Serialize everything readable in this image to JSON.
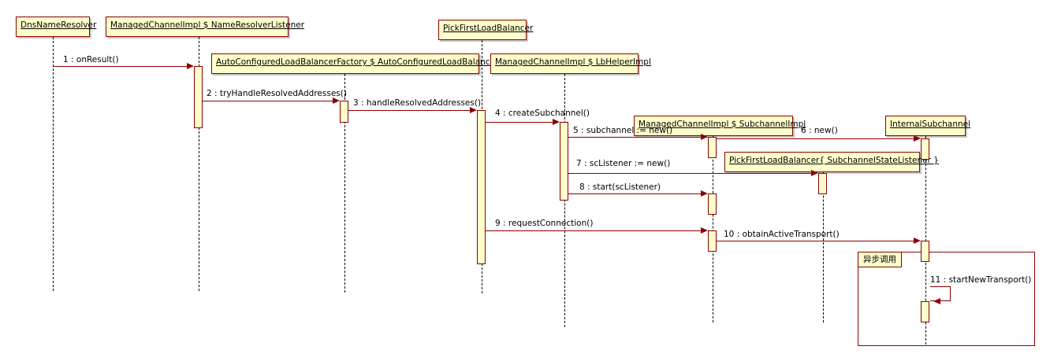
{
  "lifelines": {
    "dns": "DnsNameResolver",
    "listener": "ManagedChannelImpl $ NameResolverListener",
    "pickfirst": "PickFirstLoadBalancer",
    "autoconf": "AutoConfiguredLoadBalancerFactory $ AutoConfiguredLoadBalancer",
    "helper": "ManagedChannelImpl $ LbHelperImpl",
    "subchannel": "ManagedChannelImpl $ SubchannelImpl",
    "internal": "InternalSubchannel",
    "statelistener": "PickFirstLoadBalancer{ SubchannelStateListener }"
  },
  "messages": {
    "m1": "1 : onResult()",
    "m2": "2 : tryHandleResolvedAddresses()",
    "m3": "3 : handleResolvedAddresses()",
    "m4": "4 : createSubchannel()",
    "m5": "5 : subchannel := new()",
    "m6": "6 : new()",
    "m7": "7 : scListener := new()",
    "m8": "8 : start(scListener)",
    "m9": "9 : requestConnection()",
    "m10": "10 : obtainActiveTransport()",
    "m11": "11 : startNewTransport()"
  },
  "frame": {
    "label": "异步调用"
  },
  "colors": {
    "box_fill": "#ffffcc",
    "line": "#8b0000"
  }
}
